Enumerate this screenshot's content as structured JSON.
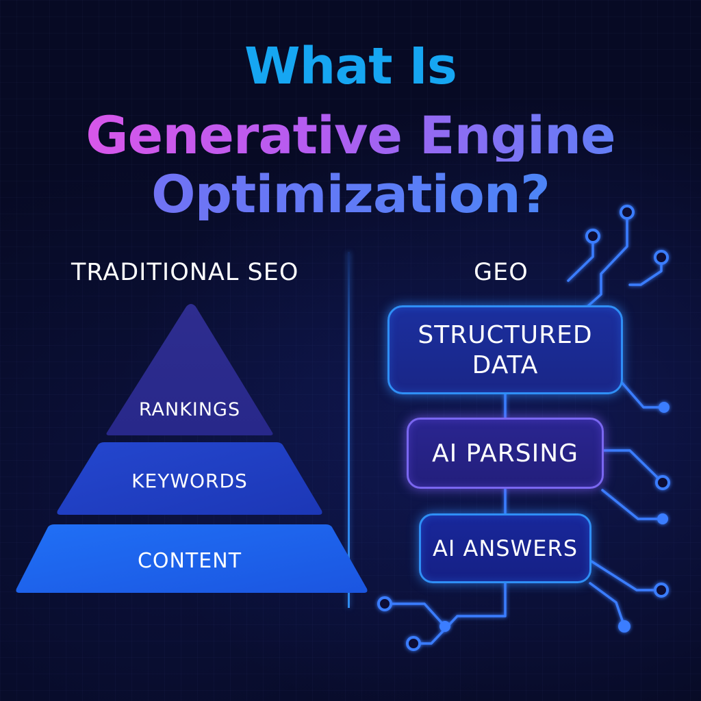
{
  "title": {
    "line1": "What Is",
    "line2": "Generative Engine",
    "line3": "Optimization?"
  },
  "traditional_seo": {
    "label": "TRADITIONAL SEO",
    "pyramid_levels": [
      "RANKINGS",
      "KEYWORDS",
      "CONTENT"
    ]
  },
  "geo": {
    "label": "GEO",
    "steps": {
      "structured_line1": "STRUCTURED",
      "structured_line2": "DATA",
      "parsing": "AI PARSING",
      "answers": "AI ANSWERS"
    }
  },
  "colors": {
    "background": "#070a24",
    "title_blue": "#16a6f2",
    "title_pink": "#e455e8",
    "title_violet": "#7f6cf2",
    "pyramid_top": "#2a2a8a",
    "pyramid_middle": "#1f3fc4",
    "pyramid_bottom": "#1c62ee",
    "circuit_glow": "#3a7dff",
    "parsing_border": "#7a67f0"
  }
}
